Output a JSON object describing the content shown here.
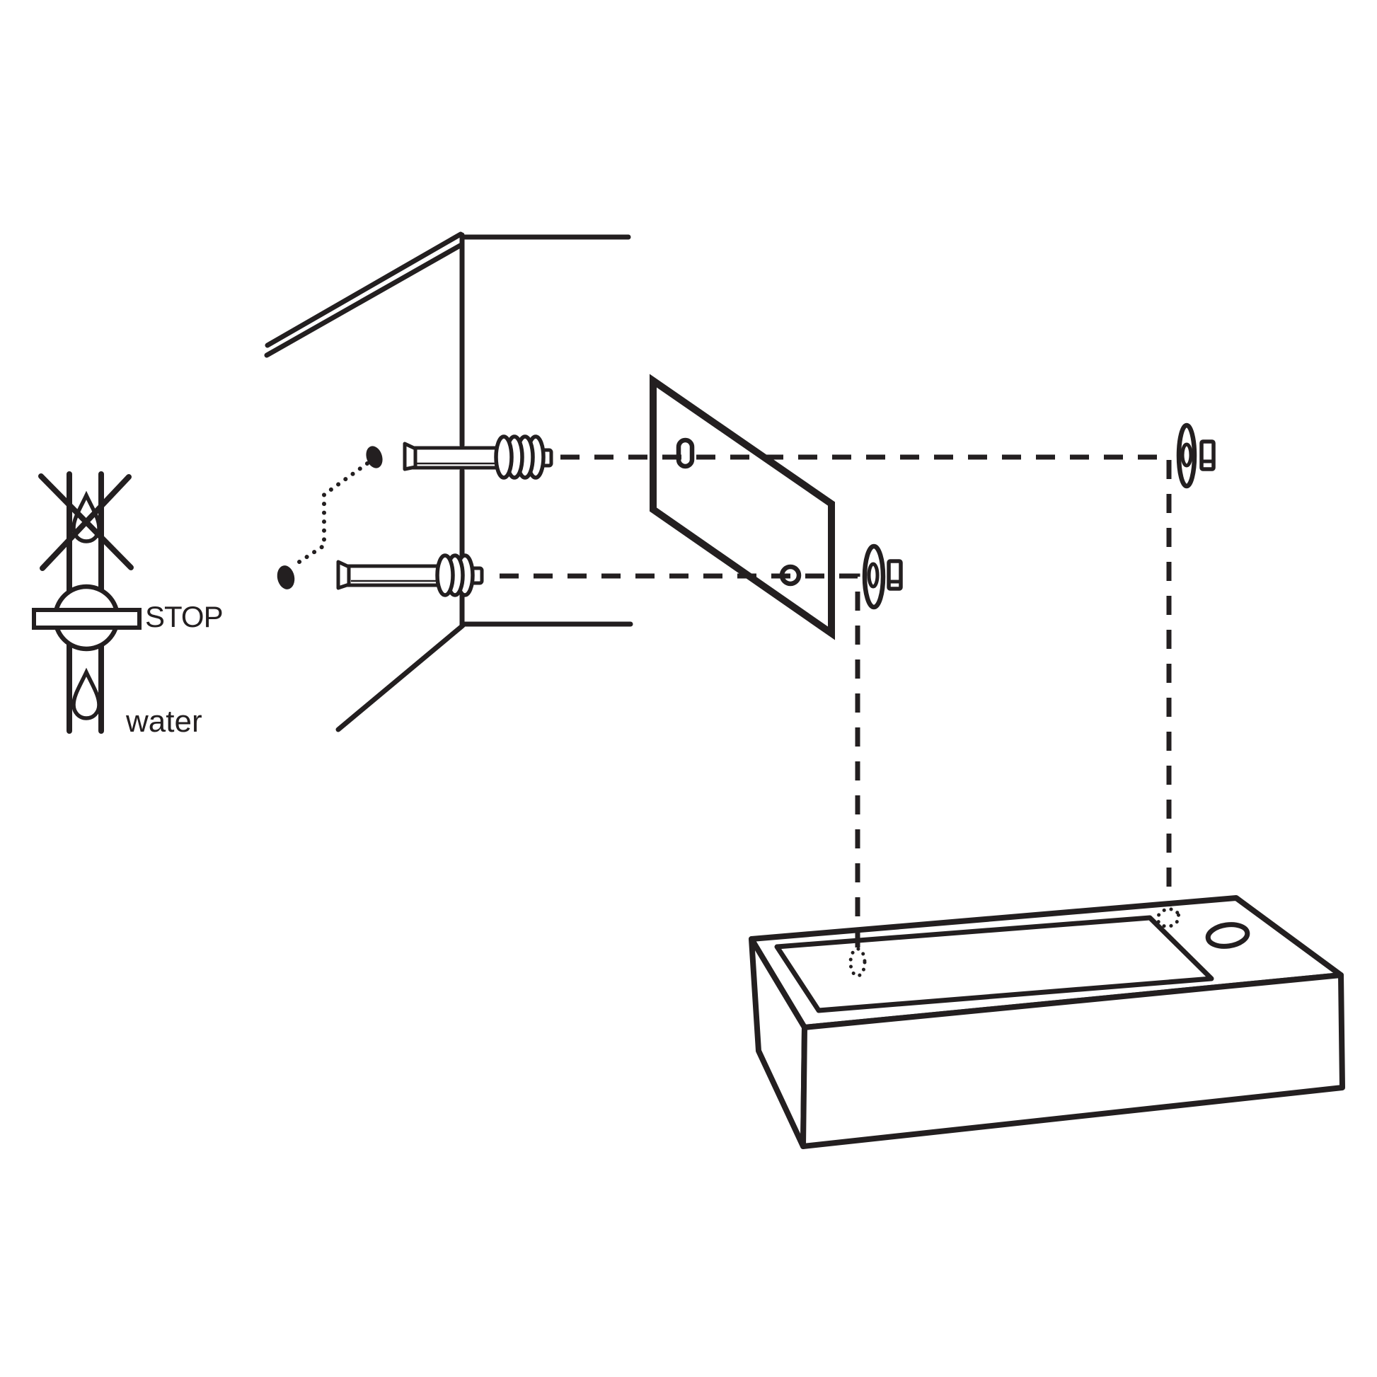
{
  "labels": {
    "stop": "STOP",
    "water": "water"
  },
  "colors": {
    "line": "#231f20",
    "background": "#ffffff"
  },
  "diagram": {
    "type": "exploded-installation-diagram",
    "subject": "wall-hung-basin-mounting",
    "icons": [
      "water-drop-icon",
      "crossed-out-mark-icon",
      "shut-off-valve-icon",
      "drill-hole-mark-icon",
      "wall-anchor-icon",
      "mounting-bracket-icon",
      "washer-icon",
      "nut-icon",
      "basin-icon"
    ]
  }
}
